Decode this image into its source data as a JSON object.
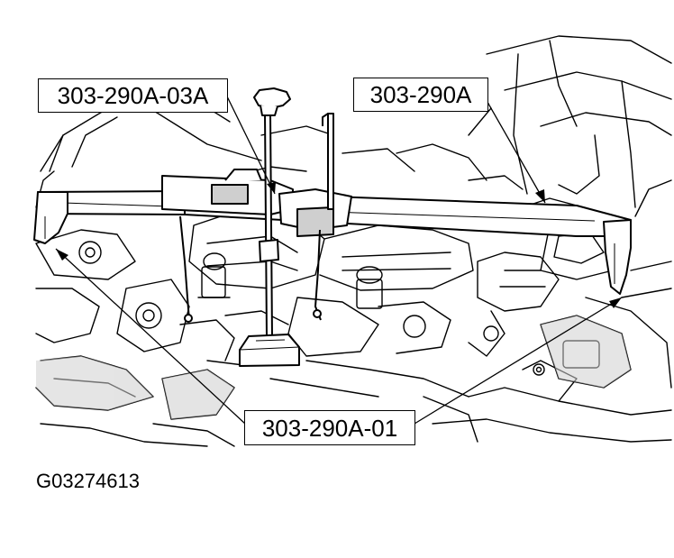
{
  "figure": {
    "id": "G03274613",
    "subject": "Engine support bar installed across engine compartment"
  },
  "callouts": {
    "crossbar_adapter": "303-290A-03A",
    "support_bar": "303-290A",
    "leg_feet": "303-290A-01"
  },
  "colors": {
    "line": "#000000",
    "background": "#ffffff",
    "tool_fill": "#ffffff",
    "shade": "#cfcfcf"
  }
}
